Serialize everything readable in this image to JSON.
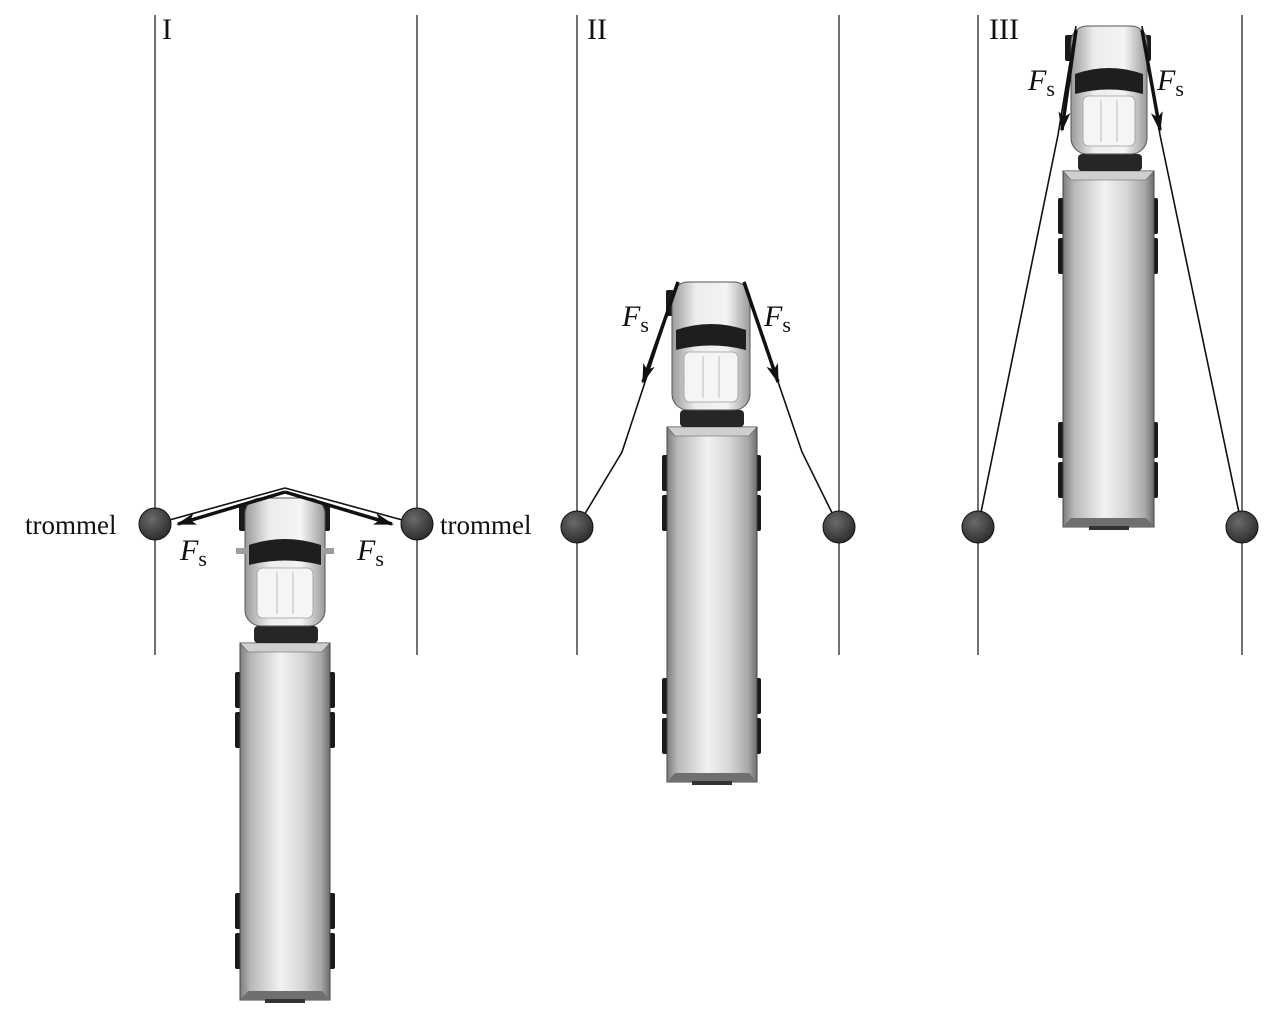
{
  "panels": [
    {
      "label": "I",
      "drum_labels": [
        "trommel",
        "trommel"
      ],
      "force_symbol": "F",
      "force_subscript": "s"
    },
    {
      "label": "II",
      "drum_labels": [
        "",
        ""
      ],
      "force_symbol": "F",
      "force_subscript": "s"
    },
    {
      "label": "III",
      "drum_labels": [
        "",
        ""
      ],
      "force_symbol": "F",
      "force_subscript": "s"
    }
  ],
  "colors": {
    "line": "#111111",
    "drum": "#3a3a3a",
    "trailer_light": "#e8e8e8",
    "trailer_dark": "#8a8a8a",
    "cab": "#d9d9d9",
    "tire": "#1a1a1a"
  }
}
